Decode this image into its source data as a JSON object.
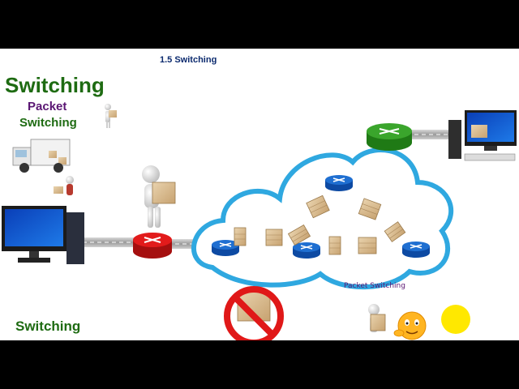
{
  "header": {
    "caption": "1.5 Switching"
  },
  "title_block": {
    "title": "Switching",
    "subtitle_line1": "Packet",
    "subtitle_line2": "Switching"
  },
  "cloud": {
    "caption": "Packet Switching"
  },
  "footer": {
    "title": "Switching"
  },
  "colors": {
    "title_green": "#1e6b12",
    "subtitle_purple": "#5a1673",
    "cloud_stroke": "#2fa8e0",
    "router_red": "#e21b1b",
    "router_green": "#3aa52c",
    "router_blue": "#1f6fd1",
    "sun_yellow": "#ffe800"
  },
  "icons": [
    "delivery-truck-icon",
    "desktop-computer-icon",
    "server-computer-icon",
    "router-icon",
    "package-icon",
    "stick-figure-icon",
    "no-sign-icon",
    "emoji-icon",
    "sun-icon"
  ]
}
